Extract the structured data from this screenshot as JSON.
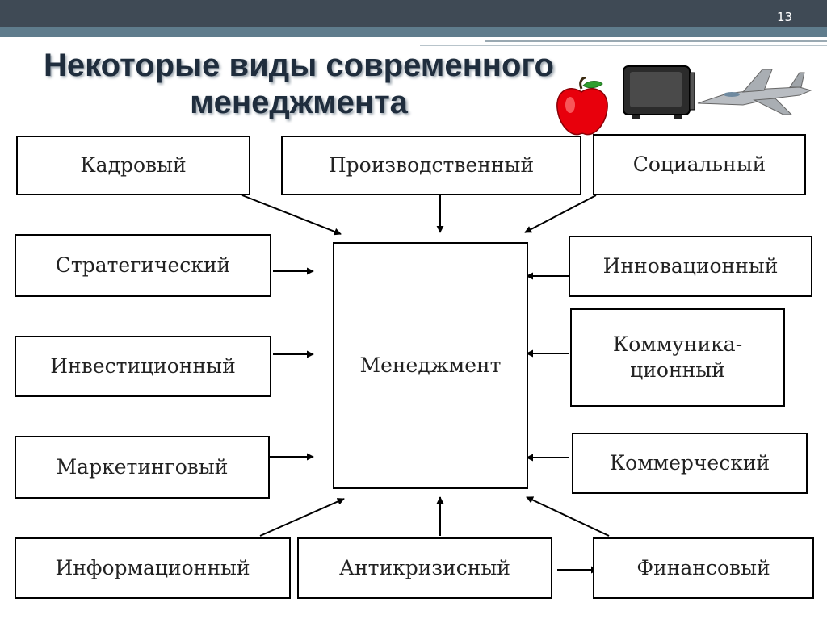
{
  "slide": {
    "number": "13",
    "title_line1": "Некоторые виды современного",
    "title_line2": "менеджмента"
  },
  "diagram": {
    "center": "Менеджмент",
    "kadrovy": "Кадровый",
    "proizvodstvenny": "Производственный",
    "socialny": "Социальный",
    "strategichesky": "Стратегический",
    "innovacionny": "Инновационный",
    "investicionny": "Инвестиционный",
    "kommunikacionny_line1": "Коммуника-",
    "kommunikacionny_line2": "ционный",
    "marketingovy": "Маркетинговый",
    "kommerchesky": "Коммерческий",
    "informacionny": "Информационный",
    "antikrizisny": "Антикризисный",
    "finansovy": "Финансовый"
  },
  "decor": {
    "icons": [
      "apple-icon",
      "tv-icon",
      "jet-plane-icon"
    ],
    "apple_color": "#e8000c",
    "accent_color": "#5f7c8c"
  }
}
